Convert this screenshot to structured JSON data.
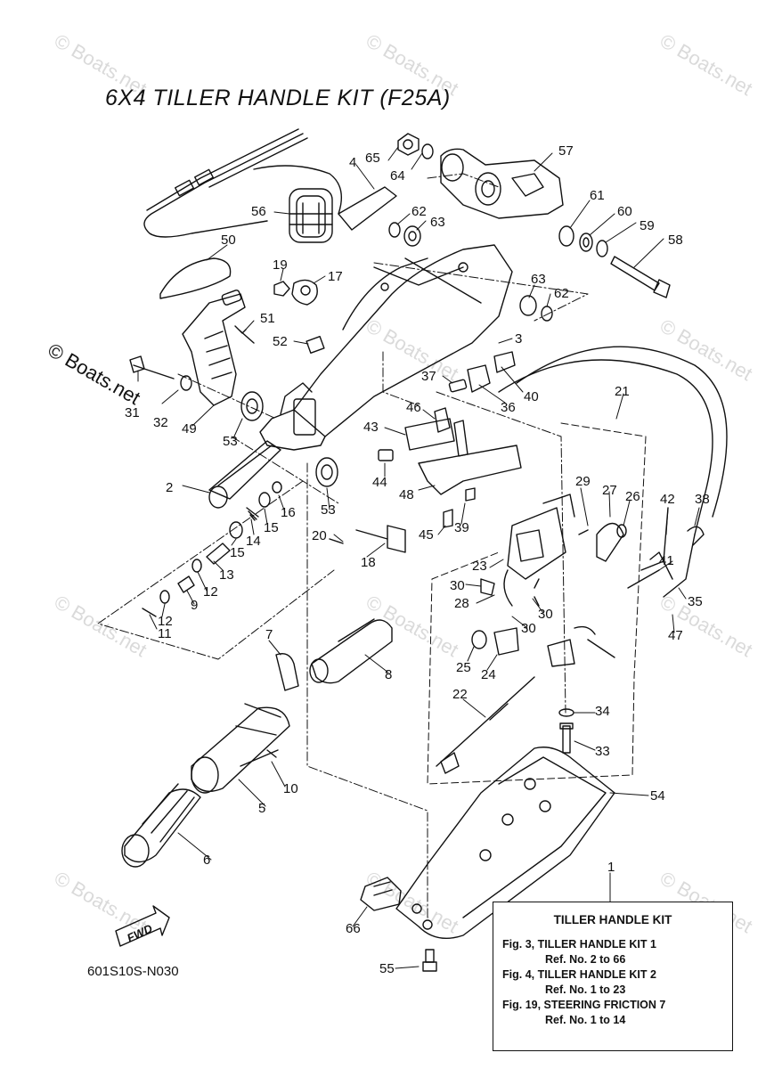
{
  "title": "6X4 TILLER HANDLE KIT (F25A)",
  "diagram_code": "601S10S-N030",
  "watermark": "© Boats.net",
  "watermark_faint": "© Boats.net",
  "fwd_label": "FWD",
  "kit_box": {
    "title": "TILLER HANDLE KIT",
    "lines": [
      "Fig. 3, TILLER HANDLE KIT 1",
      "Ref. No. 2 to 66",
      "Fig. 4, TILLER HANDLE KIT 2",
      "Ref. No. 1 to 23",
      "Fig. 19, STEERING FRICTION 7",
      "Ref. No. 1 to 14"
    ]
  },
  "callouts": [
    {
      "id": "c65",
      "label": "65"
    },
    {
      "id": "c64",
      "label": "64"
    },
    {
      "id": "c57",
      "label": "57"
    },
    {
      "id": "c4",
      "label": "4"
    },
    {
      "id": "c56",
      "label": "56"
    },
    {
      "id": "c62a",
      "label": "62"
    },
    {
      "id": "c63a",
      "label": "63"
    },
    {
      "id": "c61",
      "label": "61"
    },
    {
      "id": "c60",
      "label": "60"
    },
    {
      "id": "c59",
      "label": "59"
    },
    {
      "id": "c58",
      "label": "58"
    },
    {
      "id": "c50",
      "label": "50"
    },
    {
      "id": "c19",
      "label": "19"
    },
    {
      "id": "c17",
      "label": "17"
    },
    {
      "id": "c63b",
      "label": "63"
    },
    {
      "id": "c62b",
      "label": "62"
    },
    {
      "id": "c51",
      "label": "51"
    },
    {
      "id": "c52",
      "label": "52"
    },
    {
      "id": "c3",
      "label": "3"
    },
    {
      "id": "c37",
      "label": "37"
    },
    {
      "id": "c40",
      "label": "40"
    },
    {
      "id": "c36",
      "label": "36"
    },
    {
      "id": "c21",
      "label": "21"
    },
    {
      "id": "c31",
      "label": "31"
    },
    {
      "id": "c32",
      "label": "32"
    },
    {
      "id": "c49",
      "label": "49"
    },
    {
      "id": "c53a",
      "label": "53"
    },
    {
      "id": "c46",
      "label": "46"
    },
    {
      "id": "c43",
      "label": "43"
    },
    {
      "id": "c44",
      "label": "44"
    },
    {
      "id": "c48",
      "label": "48"
    },
    {
      "id": "c39",
      "label": "39"
    },
    {
      "id": "c45",
      "label": "45"
    },
    {
      "id": "c2",
      "label": "2"
    },
    {
      "id": "c16",
      "label": "16"
    },
    {
      "id": "c15a",
      "label": "15"
    },
    {
      "id": "c53b",
      "label": "53"
    },
    {
      "id": "c14",
      "label": "14"
    },
    {
      "id": "c15b",
      "label": "15"
    },
    {
      "id": "c20",
      "label": "20"
    },
    {
      "id": "c18",
      "label": "18"
    },
    {
      "id": "c13",
      "label": "13"
    },
    {
      "id": "c12a",
      "label": "12"
    },
    {
      "id": "c9",
      "label": "9"
    },
    {
      "id": "c12b",
      "label": "12"
    },
    {
      "id": "c11",
      "label": "11"
    },
    {
      "id": "c29",
      "label": "29"
    },
    {
      "id": "c27",
      "label": "27"
    },
    {
      "id": "c26",
      "label": "26"
    },
    {
      "id": "c42",
      "label": "42"
    },
    {
      "id": "c38",
      "label": "38"
    },
    {
      "id": "c23",
      "label": "23"
    },
    {
      "id": "c30a",
      "label": "30"
    },
    {
      "id": "c28",
      "label": "28"
    },
    {
      "id": "c30b",
      "label": "30"
    },
    {
      "id": "c30c",
      "label": "30"
    },
    {
      "id": "c41",
      "label": "41"
    },
    {
      "id": "c35",
      "label": "35"
    },
    {
      "id": "c47",
      "label": "47"
    },
    {
      "id": "c7",
      "label": "7"
    },
    {
      "id": "c8",
      "label": "8"
    },
    {
      "id": "c25",
      "label": "25"
    },
    {
      "id": "c24",
      "label": "24"
    },
    {
      "id": "c22",
      "label": "22"
    },
    {
      "id": "c34",
      "label": "34"
    },
    {
      "id": "c33",
      "label": "33"
    },
    {
      "id": "c10",
      "label": "10"
    },
    {
      "id": "c5",
      "label": "5"
    },
    {
      "id": "c54",
      "label": "54"
    },
    {
      "id": "c6",
      "label": "6"
    },
    {
      "id": "c1",
      "label": "1"
    },
    {
      "id": "c66",
      "label": "66"
    },
    {
      "id": "c55",
      "label": "55"
    }
  ]
}
